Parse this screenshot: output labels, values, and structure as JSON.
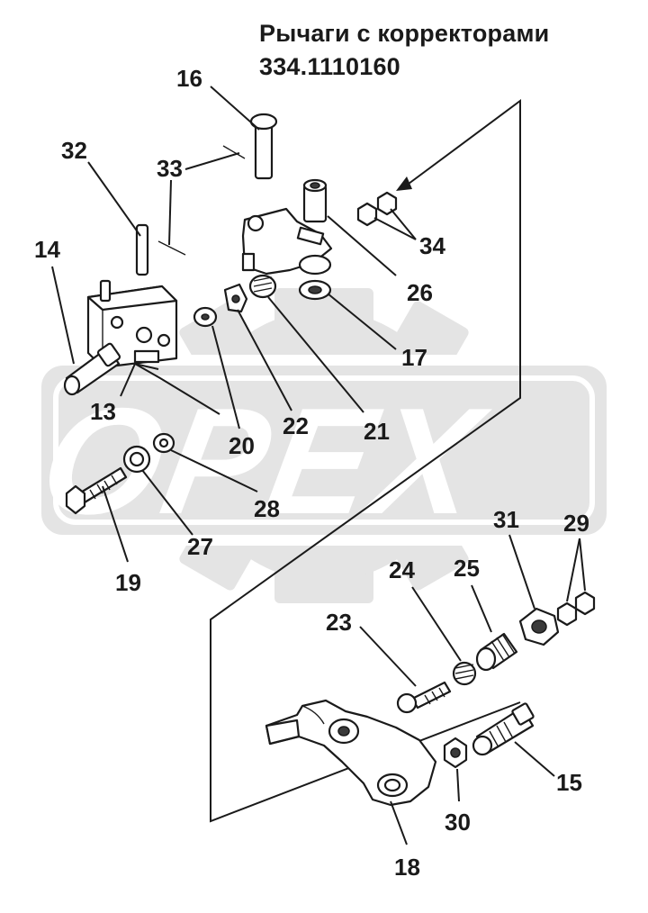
{
  "title": {
    "line1": "Рычаги с корректорами",
    "line2": "334.1110160"
  },
  "watermark": {
    "text": "OPEX",
    "color": "#e4e4e4"
  },
  "labels": [
    {
      "id": "16",
      "text": "16"
    },
    {
      "id": "33",
      "text": "33"
    },
    {
      "id": "32",
      "text": "32"
    },
    {
      "id": "14",
      "text": "14"
    },
    {
      "id": "13",
      "text": "13"
    },
    {
      "id": "34",
      "text": "34"
    },
    {
      "id": "26",
      "text": "26"
    },
    {
      "id": "17",
      "text": "17"
    },
    {
      "id": "20",
      "text": "20"
    },
    {
      "id": "22",
      "text": "22"
    },
    {
      "id": "21",
      "text": "21"
    },
    {
      "id": "28",
      "text": "28"
    },
    {
      "id": "27",
      "text": "27"
    },
    {
      "id": "19",
      "text": "19"
    },
    {
      "id": "31",
      "text": "31"
    },
    {
      "id": "29",
      "text": "29"
    },
    {
      "id": "24",
      "text": "24"
    },
    {
      "id": "25",
      "text": "25"
    },
    {
      "id": "23",
      "text": "23"
    },
    {
      "id": "15",
      "text": "15"
    },
    {
      "id": "30",
      "text": "30"
    },
    {
      "id": "18",
      "text": "18"
    }
  ]
}
